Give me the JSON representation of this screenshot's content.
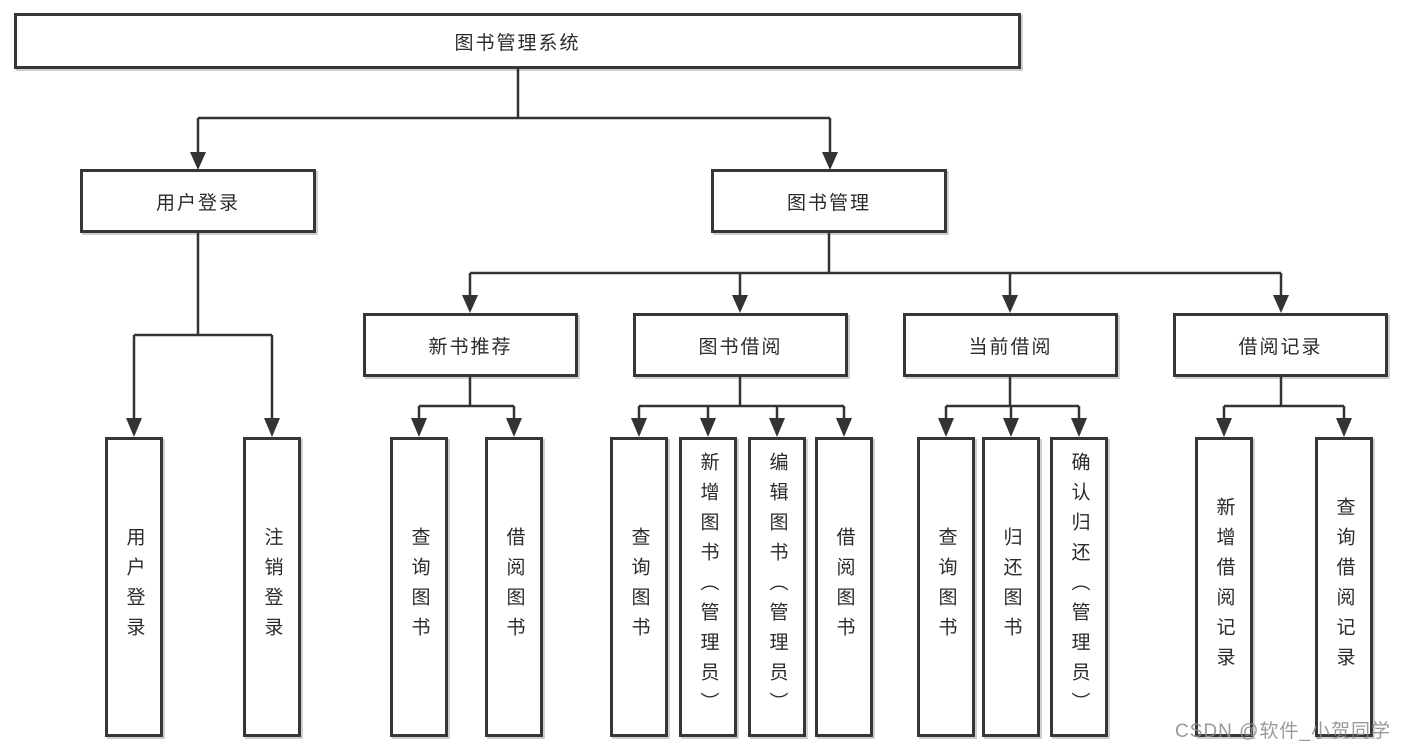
{
  "diagram_type": "hierarchy-tree",
  "tree": {
    "root": {
      "label": "图书管理系统"
    },
    "branches": [
      {
        "label": "用户登录",
        "children": [
          {
            "label": "用户登录"
          },
          {
            "label": "注销登录"
          }
        ]
      },
      {
        "label": "图书管理",
        "children": [
          {
            "label": "新书推荐",
            "children": [
              {
                "label": "查询图书"
              },
              {
                "label": "借阅图书"
              }
            ]
          },
          {
            "label": "图书借阅",
            "children": [
              {
                "label": "查询图书"
              },
              {
                "label": "新增图书（管理员）"
              },
              {
                "label": "编辑图书（管理员）"
              },
              {
                "label": "借阅图书"
              }
            ]
          },
          {
            "label": "当前借阅",
            "children": [
              {
                "label": "查询图书"
              },
              {
                "label": "归还图书"
              },
              {
                "label": "确认归还（管理员）"
              }
            ]
          },
          {
            "label": "借阅记录",
            "children": [
              {
                "label": "新增借阅记录"
              },
              {
                "label": "查询借阅记录"
              }
            ]
          }
        ]
      }
    ]
  },
  "watermark": {
    "text": "CSDN @软件_小贺同学"
  },
  "colors": {
    "background": "#ffffff",
    "box_border": "#363636",
    "connector_line": "#333333",
    "text": "#2b2b2b",
    "watermark": "#8c8c8c"
  }
}
